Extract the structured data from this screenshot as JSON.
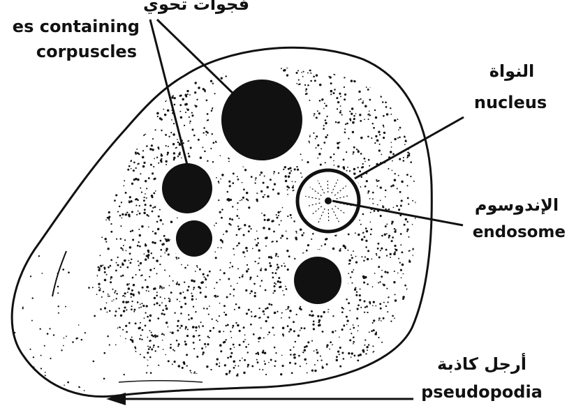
{
  "labels": {
    "vacuoles_ar": "فجوات تحوي",
    "vacuoles_en_line1": "es containing",
    "vacuoles_en_line2": "corpuscles",
    "nucleus_ar": "النواة",
    "nucleus_en": "nucleus",
    "endosome_ar": "الإندوسوم",
    "endosome_en": "endosome",
    "pseudopodia_ar": "أرجل كاذبة",
    "pseudopodia_en": "pseudopodia"
  },
  "colors": {
    "ink": "#111111",
    "background": "#ffffff"
  }
}
